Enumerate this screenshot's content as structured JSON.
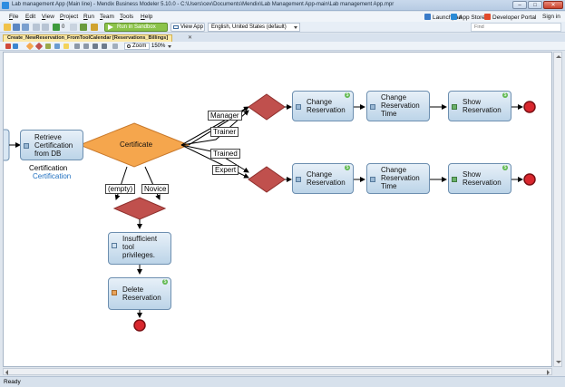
{
  "window": {
    "title": "Lab management App (Main line) - Mendix Business Modeler 5.10.0 - C:\\Users\\cev\\Documents\\Mendix\\Lab Management App-main\\Lab management App.mpr",
    "min_glyph": "–",
    "max_glyph": "□",
    "close_glyph": "✕"
  },
  "menu": {
    "items": [
      "File",
      "Edit",
      "View",
      "Project",
      "Run",
      "Team",
      "Tools",
      "Help"
    ],
    "launchpad": "Launchpad",
    "app_store": "App Store",
    "developer_portal": "Developer Portal",
    "sign_in": "Sign in"
  },
  "toolbar": {
    "count": "0",
    "run_label": "Run in Sandbox",
    "view_app": "View App",
    "language": "English, United States (default)",
    "find_placeholder": "Find"
  },
  "tab": {
    "title": "Create_NewReservation_FromToolCalendar [Reservations_Billings]",
    "close": "✕"
  },
  "editor": {
    "zoom_label": "Zoom",
    "zoom_value": "150%"
  },
  "flow": {
    "retrieve": {
      "label": "Retrieve Certification from DB",
      "caption": "Certification",
      "caption2": "Certification"
    },
    "split": {
      "label": "Certificate"
    },
    "conditions": {
      "manager": "Manager",
      "trainer": "Trainer",
      "trained": "Trained",
      "expert": "Expert",
      "empty": "(empty)",
      "novice": "Novice"
    },
    "row1": {
      "change": "Change Reservation",
      "change_time": "Change Reservation Time",
      "show": "Show Reservation"
    },
    "row2": {
      "change": "Change Reservation",
      "change_time": "Change Reservation Time",
      "show": "Show Reservation"
    },
    "insufficient": {
      "label": "Insufficient tool privileges."
    },
    "delete": {
      "label": "Delete Reservation"
    },
    "dollar_glyph": "$"
  },
  "status": {
    "text": "Ready"
  },
  "colors": {
    "accent_green": "#8bc34a",
    "activity_border": "#6d8fb0",
    "end_event": "#d9272e",
    "split_orange": "#f5a64d",
    "merge_red": "#c0504d"
  }
}
